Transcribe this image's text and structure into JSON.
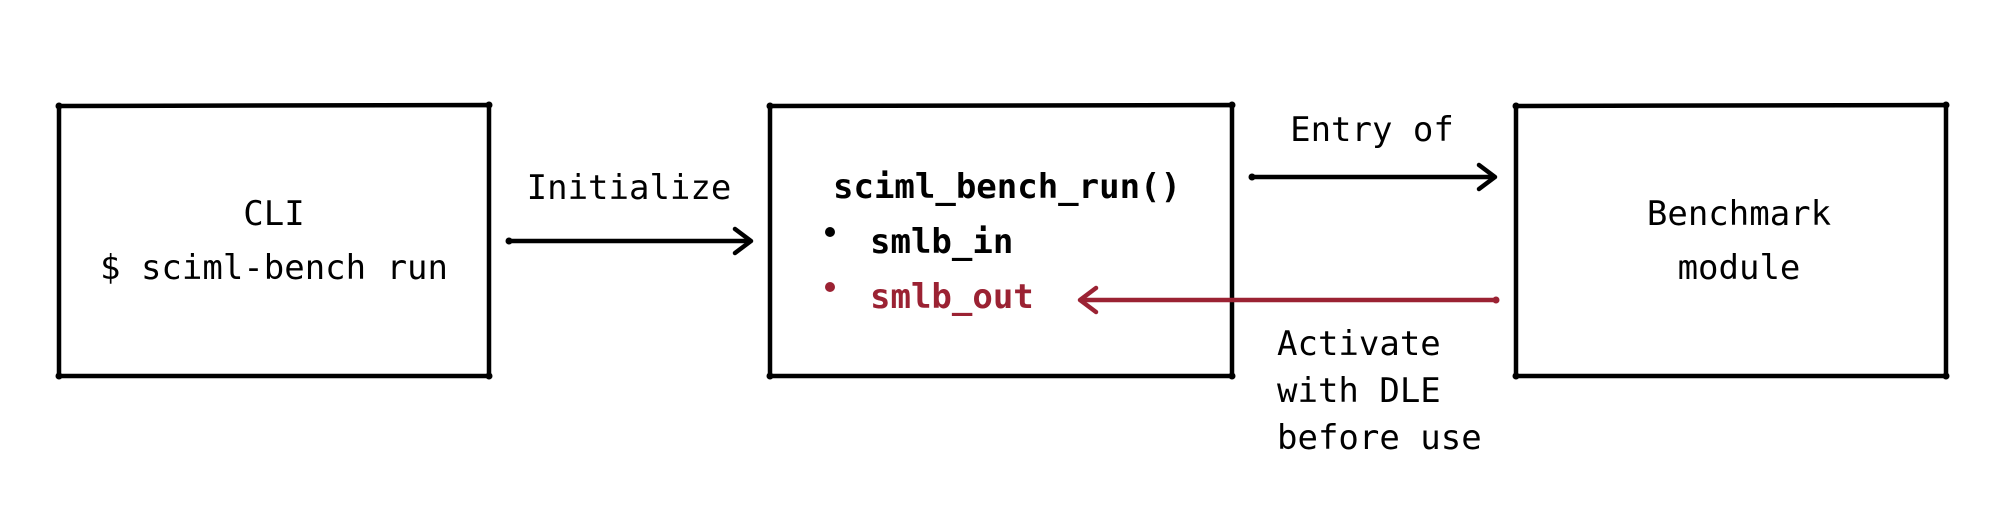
{
  "colors": {
    "ink": "#000000",
    "accent": "#9b2233",
    "background": "#ffffff"
  },
  "cli_box": {
    "line1": "CLI",
    "line2": "$ sciml-bench run"
  },
  "run_box": {
    "title": "sciml_bench_run()",
    "items": [
      {
        "label": "smlb_in",
        "color": "#000000"
      },
      {
        "label": "smlb_out",
        "color": "#9b2233"
      }
    ]
  },
  "module_box": {
    "line1": "Benchmark",
    "line2": "module"
  },
  "arrows": {
    "initialize": {
      "label": "Initialize"
    },
    "entry": {
      "label": "Entry of"
    },
    "activate": {
      "lines": [
        "Activate",
        "with DLE",
        "before use"
      ]
    }
  },
  "icons": {
    "bullet": "bullet-icon",
    "arrowhead": "open-chevron-arrowhead"
  }
}
